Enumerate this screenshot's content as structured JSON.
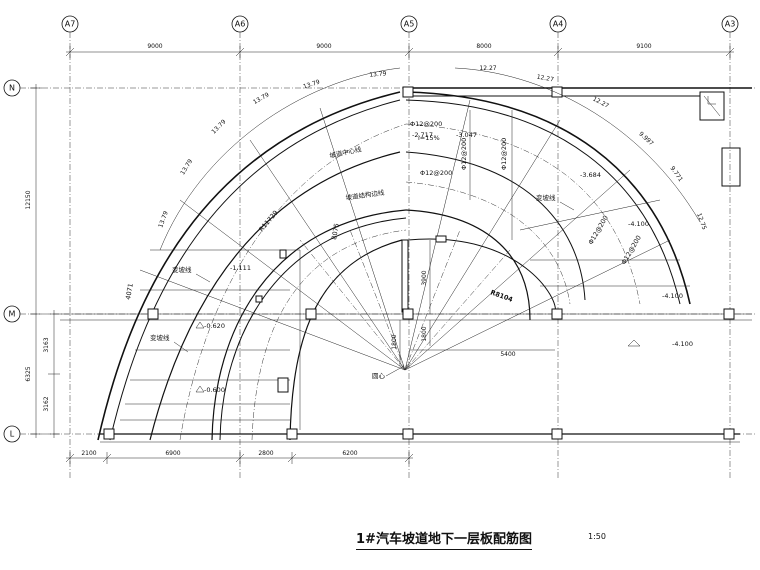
{
  "grid_top": [
    "A7",
    "A6",
    "A5",
    "A4",
    "A3"
  ],
  "grid_left": [
    "N",
    "M",
    "L"
  ],
  "dims_top": [
    "9000",
    "9000",
    "8000",
    "9100"
  ],
  "dims_bottom": [
    "2100",
    "6900",
    "2800",
    "6200"
  ],
  "dims_left": [
    "12150",
    "3163",
    "6325",
    "3162"
  ],
  "dims_arc_outer": [
    "13.79",
    "13.79",
    "13.79",
    "13.79",
    "13.79",
    "13.79"
  ],
  "dims_arc_right": [
    "12.27",
    "12.27",
    "12.27",
    "9.997",
    "9.771",
    "12.75"
  ],
  "dims_inner": [
    "3900",
    "1800",
    "5400",
    "1800"
  ],
  "labels": {
    "center_line": "坡道中心线",
    "ramp_edge": "坡道结构边线",
    "change_slope_1": "变坡线",
    "change_slope_2": "变坡线",
    "change_slope_3": "变坡线",
    "center": "圆心",
    "radius": "R8104",
    "rebar_1": "Φ12@200",
    "rebar_2": "Φ12@200",
    "rebar_3": "Φ12@200",
    "rebar_4": "Φ12@200",
    "rebar_5": "Φ12@200",
    "rebar_6": "Φ12@200",
    "slope": "i=15%",
    "dim_4071": "4071",
    "dim_8075": "8075",
    "radius_2": "R11729"
  },
  "elevations": [
    "-2.717",
    "-3.047",
    "-3.684",
    "-4.100",
    "-4.100",
    "-4.100",
    "-1.111",
    "-0.620",
    "-0.600"
  ],
  "title": "1#汽车坡道地下一层板配筋图",
  "scale": "1:50"
}
